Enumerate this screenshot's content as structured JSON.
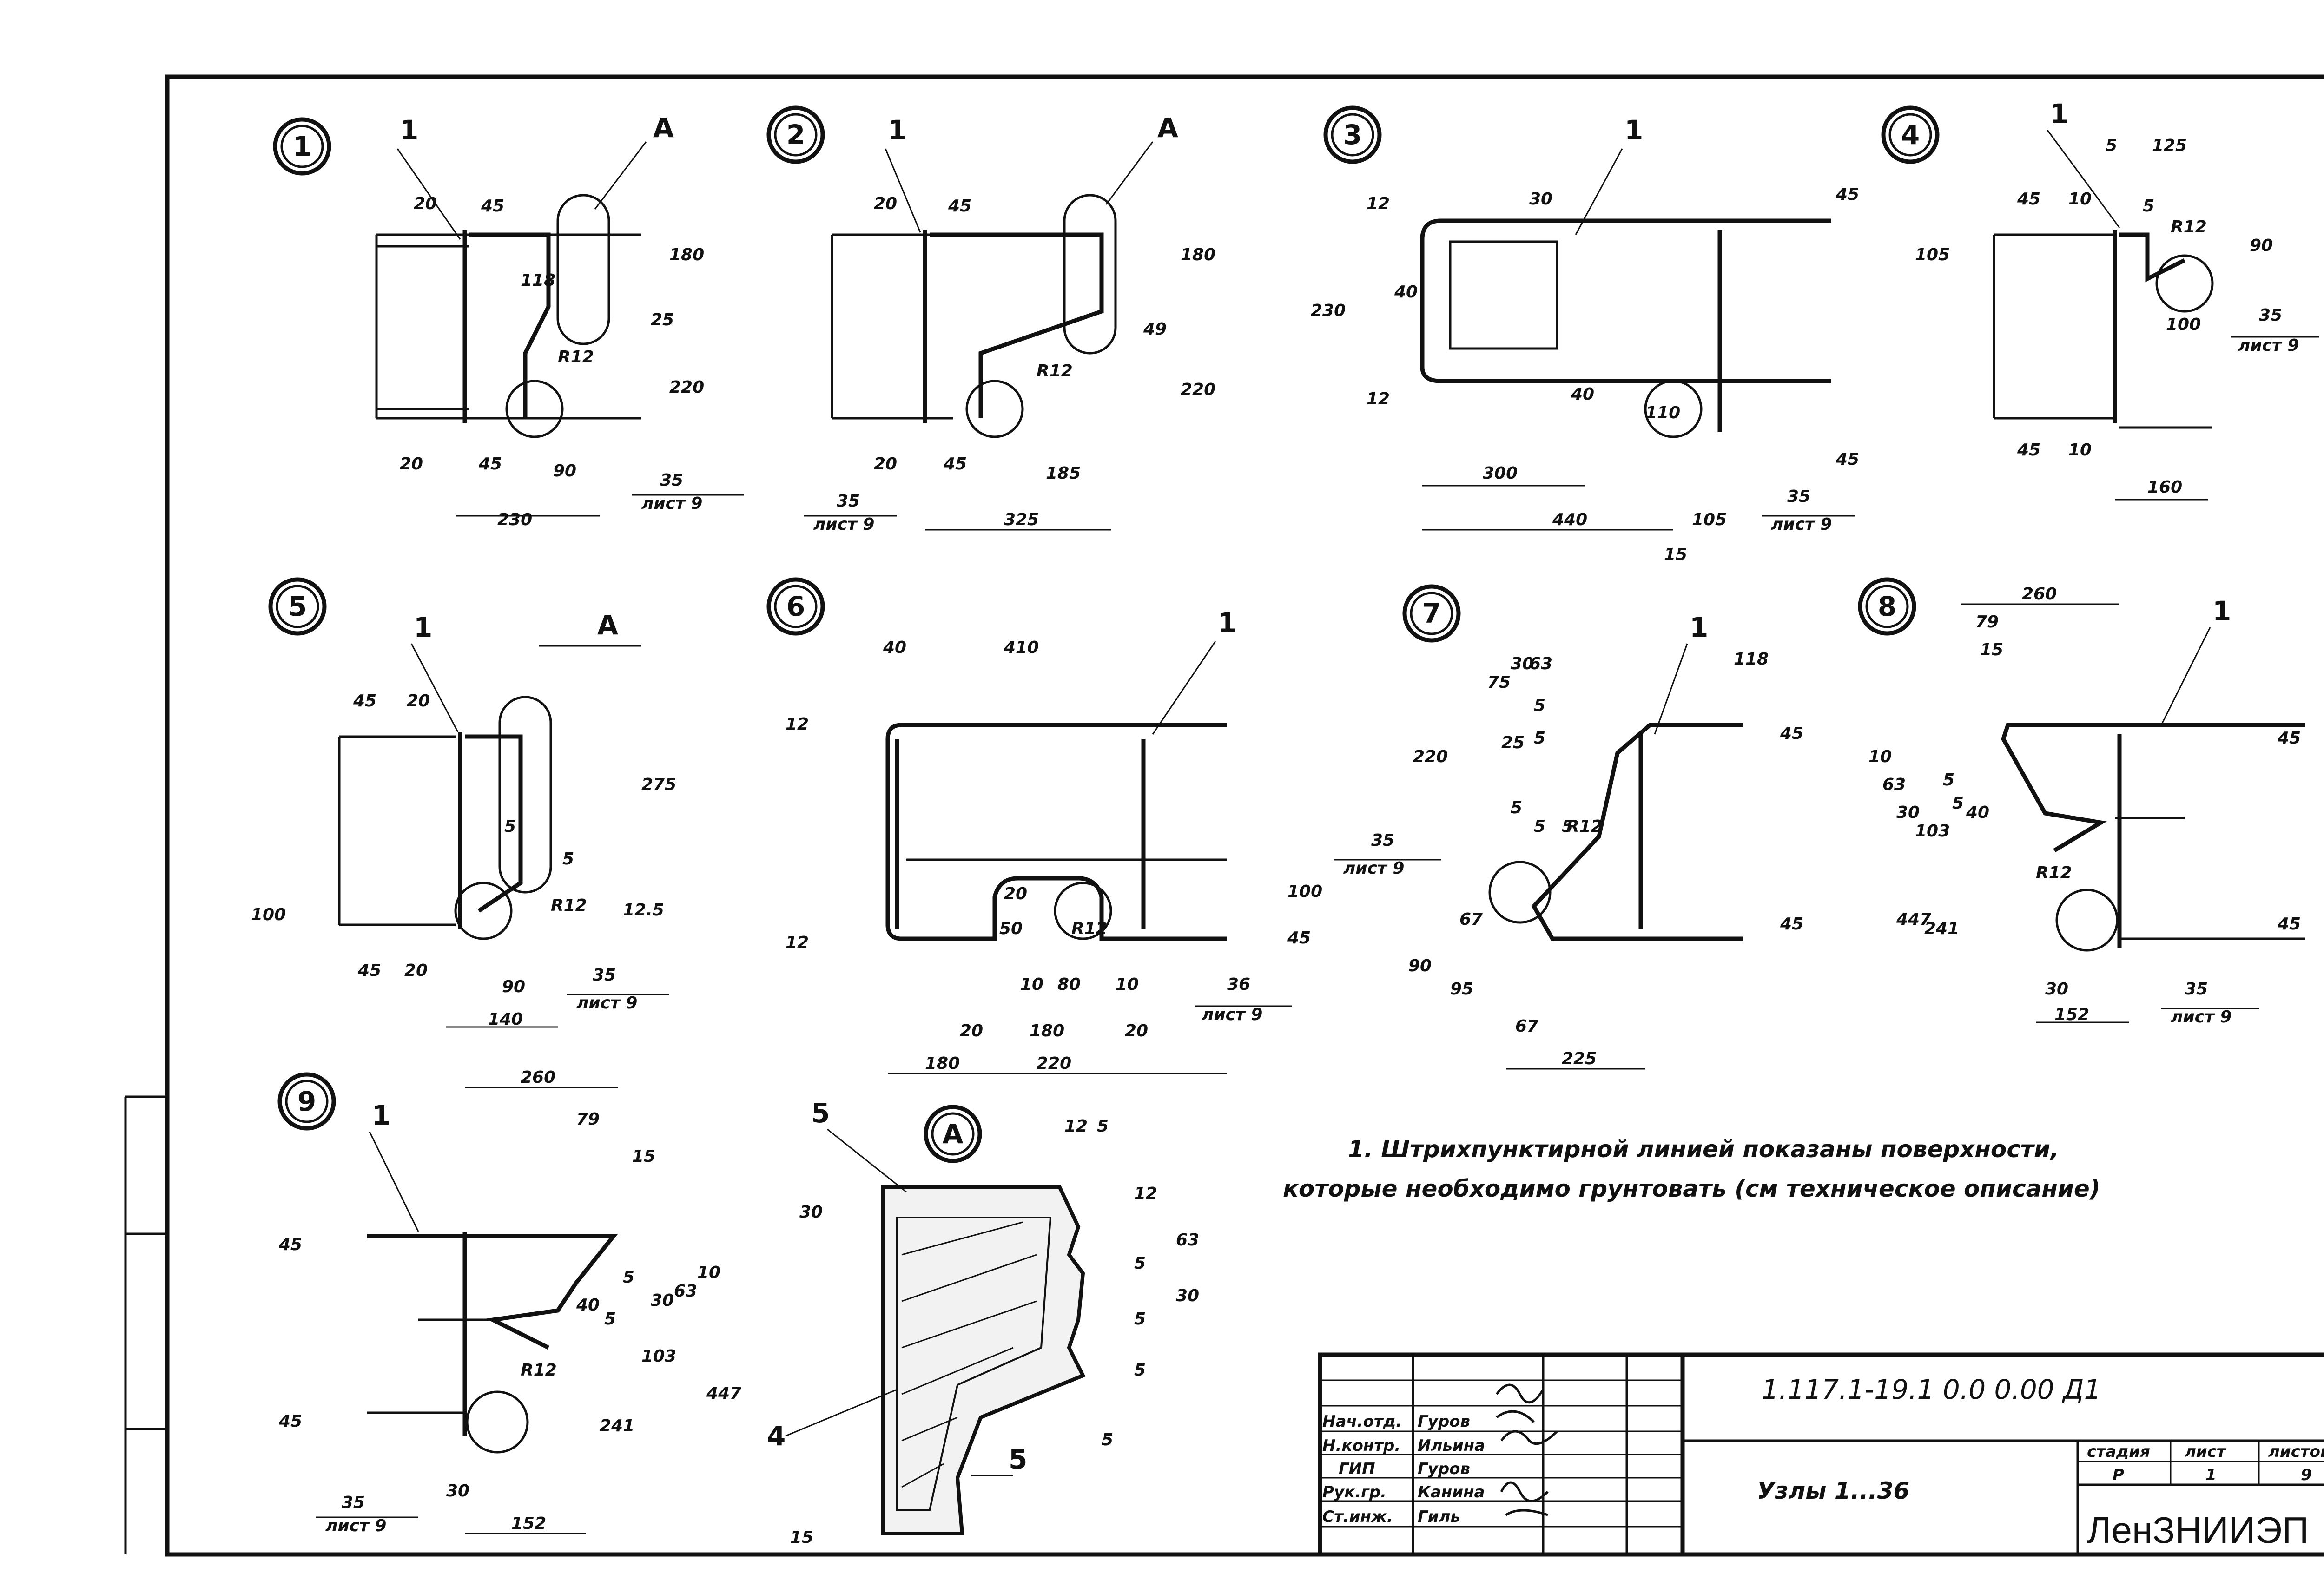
{
  "nodes": [
    {
      "id": "1",
      "item": "1",
      "callout": "A",
      "dims": [
        "20",
        "45",
        "118",
        "25",
        "180",
        "220",
        "R12",
        "20",
        "45",
        "90",
        "35",
        "лист 9",
        "230"
      ]
    },
    {
      "id": "2",
      "item": "1",
      "callout": "A",
      "dims": [
        "20",
        "45",
        "180",
        "49",
        "220",
        "R12",
        "20",
        "45",
        "185",
        "35",
        "лист 9",
        "325"
      ]
    },
    {
      "id": "3",
      "item": "1",
      "dims": [
        "12",
        "30",
        "45",
        "230",
        "40",
        "12",
        "40",
        "110",
        "45",
        "300",
        "440",
        "105",
        "15",
        "35",
        "лист 9"
      ]
    },
    {
      "id": "4",
      "item": "1",
      "dims": [
        "5",
        "125",
        "45",
        "10",
        "5",
        "R12",
        "90",
        "105",
        "35",
        "100",
        "лист 9",
        "45",
        "10",
        "160"
      ]
    },
    {
      "id": "5",
      "item": "1",
      "callout": "A",
      "dims": [
        "45",
        "20",
        "275",
        "5",
        "5",
        "100",
        "R12",
        "12.5",
        "45",
        "20",
        "90",
        "35",
        "лист 9",
        "140"
      ]
    },
    {
      "id": "6",
      "item": "1",
      "dims": [
        "40",
        "410",
        "12",
        "20",
        "12",
        "50",
        "R12",
        "100",
        "45",
        "10",
        "80",
        "10",
        "36",
        "20",
        "180",
        "20",
        "лист 9",
        "180",
        "220"
      ]
    },
    {
      "id": "7",
      "item": "1",
      "dims": [
        "118",
        "75",
        "30",
        "63",
        "5",
        "220",
        "25",
        "5",
        "5",
        "5",
        "5",
        "R12",
        "45",
        "35",
        "лист 9",
        "67",
        "90",
        "95",
        "67",
        "45",
        "225"
      ]
    },
    {
      "id": "8",
      "item": "1",
      "dims": [
        "260",
        "79",
        "15",
        "10",
        "63",
        "5",
        "30",
        "5",
        "40",
        "103",
        "R12",
        "447",
        "241",
        "45",
        "45",
        "30",
        "35",
        "152",
        "лист 9"
      ]
    },
    {
      "id": "9",
      "item": "1",
      "dims": [
        "260",
        "79",
        "15",
        "45",
        "5",
        "40",
        "5",
        "30",
        "63",
        "10",
        "R12",
        "103",
        "45",
        "241",
        "447",
        "35",
        "30",
        "лист 9",
        "152"
      ]
    },
    {
      "id": "A",
      "dims": [
        "5",
        "12",
        "5",
        "30",
        "12",
        "63",
        "5",
        "30",
        "5",
        "5",
        "4",
        "5",
        "15"
      ]
    }
  ],
  "note": {
    "line1": "1. Штрихпунктирной линией показаны поверхности,",
    "line2": "которые необходимо грунтовать (см техническое описание)"
  },
  "title_block": {
    "doc_code": "1.117.1-19.1 0.0 0.00 Д1",
    "title": "Узлы 1...36",
    "org": "ЛенЗНИИЭП",
    "stage_header": "стадия",
    "sheet_header": "лист",
    "sheets_header": "листов",
    "stage": "Р",
    "sheet": "1",
    "sheets": "9",
    "rows": [
      {
        "role": "Нач.отд.",
        "name": "Гуров"
      },
      {
        "role": "Н.контр.",
        "name": "Ильина"
      },
      {
        "role": "ГИП",
        "name": "Гуров"
      },
      {
        "role": "Рук.гр.",
        "name": "Канина"
      },
      {
        "role": "Ст.инж.",
        "name": "Гиль"
      }
    ]
  }
}
